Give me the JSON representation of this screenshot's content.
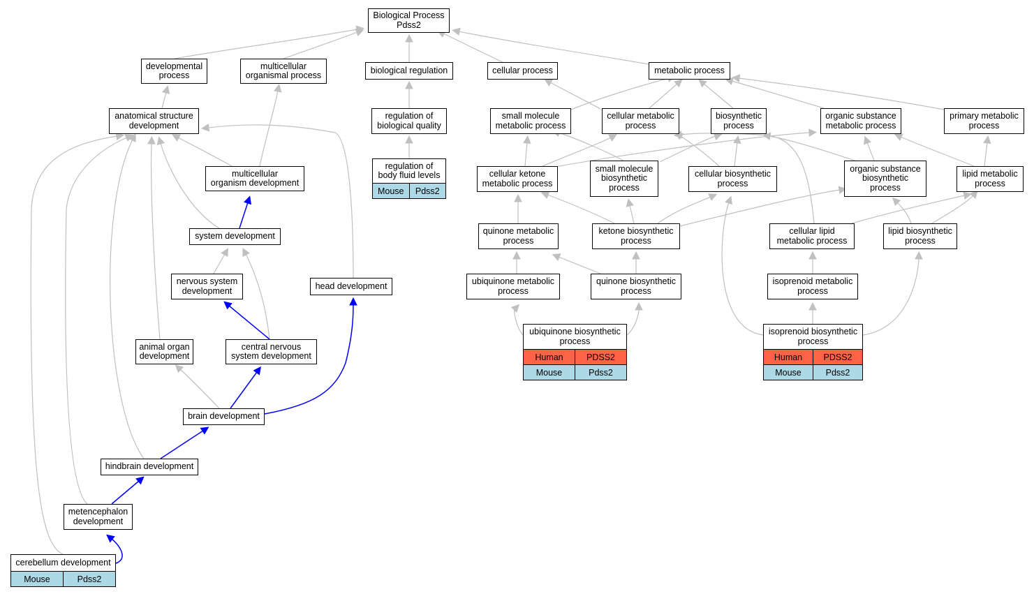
{
  "colors": {
    "edge_gray": "#c0c0c0",
    "edge_blue": "#0000ff",
    "human": "#ff6347",
    "mouse": "#add8e6"
  },
  "nodes": {
    "bp": "Biological Process\nPdss2",
    "devproc": "developmental\nprocess",
    "multorg": "multicellular\norganismal process",
    "bioreg": "biological regulation",
    "cellproc": "cellular process",
    "metproc": "metabolic process",
    "anatdev": "anatomical structure\ndevelopment",
    "regqual": "regulation of\nbiological quality",
    "smallmet": "small molecule\nmetabolic process",
    "cellmet": "cellular metabolic\nprocess",
    "biosyn": "biosynthetic\nprocess",
    "orgmet": "organic substance\nmetabolic process",
    "primmet": "primary metabolic\nprocess",
    "multdev": "multicellular\norganism development",
    "regbody": "regulation of\nbody fluid levels",
    "cellket": "cellular ketone\nmetabolic process",
    "smallbio": "small molecule\nbiosynthetic\nprocess",
    "cellbio": "cellular biosynthetic\nprocess",
    "orgbio": "organic substance\nbiosynthetic\nprocess",
    "lipmet": "lipid metabolic\nprocess",
    "sysdev": "system development",
    "quinmet": "quinone metabolic\nprocess",
    "ketbio": "ketone biosynthetic\nprocess",
    "celllip": "cellular lipid\nmetabolic process",
    "lipbio": "lipid biosynthetic\nprocess",
    "nervdev": "nervous system\ndevelopment",
    "headdev": "head development",
    "ubimet": "ubiquinone metabolic\nprocess",
    "quinbio": "quinone biosynthetic\nprocess",
    "isomet": "isoprenoid metabolic\nprocess",
    "ubibio": "ubiquinone biosynthetic\nprocess",
    "isobio": "isoprenoid biosynthetic\nprocess",
    "animorg": "animal organ\ndevelopment",
    "cnsdev": "central nervous\nsystem development",
    "braindev": "brain development",
    "hinddev": "hindbrain development",
    "metdev": "metencephalon\ndevelopment",
    "cerdev": "cerebellum development"
  },
  "gene_tables": {
    "regbody": [
      [
        "Mouse",
        "Pdss2"
      ]
    ],
    "ubibio": [
      [
        "Human",
        "PDSS2"
      ],
      [
        "Mouse",
        "Pdss2"
      ]
    ],
    "isobio": [
      [
        "Human",
        "PDSS2"
      ],
      [
        "Mouse",
        "Pdss2"
      ]
    ],
    "cerdev": [
      [
        "Mouse",
        "Pdss2"
      ]
    ]
  }
}
